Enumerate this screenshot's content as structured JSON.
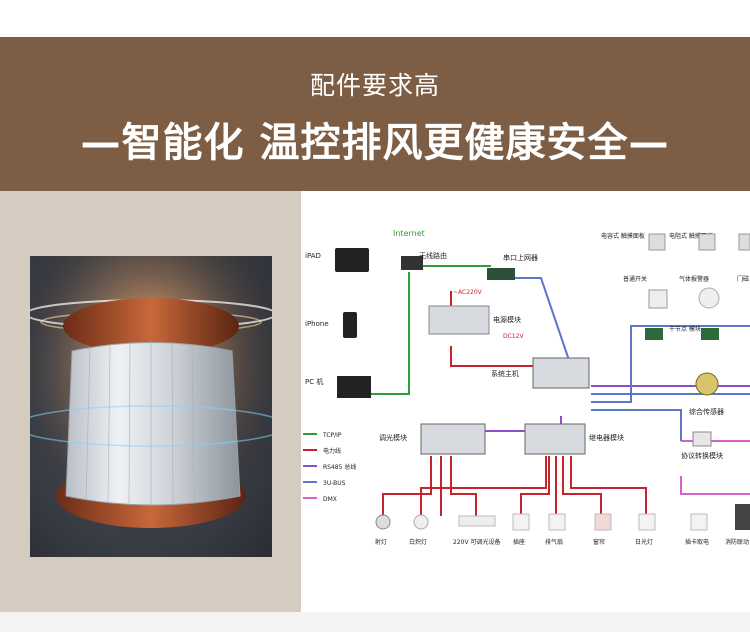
{
  "banner": {
    "subtitle": "配件要求高",
    "headline": "—智能化 温控排风更健康安全—"
  },
  "diagram": {
    "internet": "Internet",
    "router": "无线路由",
    "serial_gateway": "串口上网器",
    "ac_label": "~AC220V",
    "power_module": "电源模块",
    "dc_label": "DC12V",
    "system_host": "系统主机",
    "ipad": "iPAD",
    "iphone": "iPhone",
    "pc": "PC 机",
    "touch_panel": "电容式\n触摸面板",
    "touch_panel_2": "电阻式\n触摸面板",
    "normal_switch": "普通开关",
    "gas_alarm": "气体报警器",
    "door": "门磁",
    "dry_contact": "干节点\n模块",
    "combo_sensor": "综合传感器",
    "protocol_module": "协议转换模块",
    "dimmer_module": "调光模块",
    "relay_module": "继电器模块",
    "legend": [
      {
        "label": "TCP/IP",
        "color": "#2e9e3a"
      },
      {
        "label": "电力线",
        "color": "#c8232c"
      },
      {
        "label": "RS485 总线",
        "color": "#8b4fc9"
      },
      {
        "label": "3U-BUS",
        "color": "#5a78c8"
      },
      {
        "label": "DMX",
        "color": "#d65fc8"
      }
    ],
    "devices": [
      "射灯",
      "白炽灯",
      "220V 可调光设备",
      "插座",
      "排气扇",
      "窗帘",
      "日光灯",
      "插卡取电",
      "消防联动"
    ]
  }
}
